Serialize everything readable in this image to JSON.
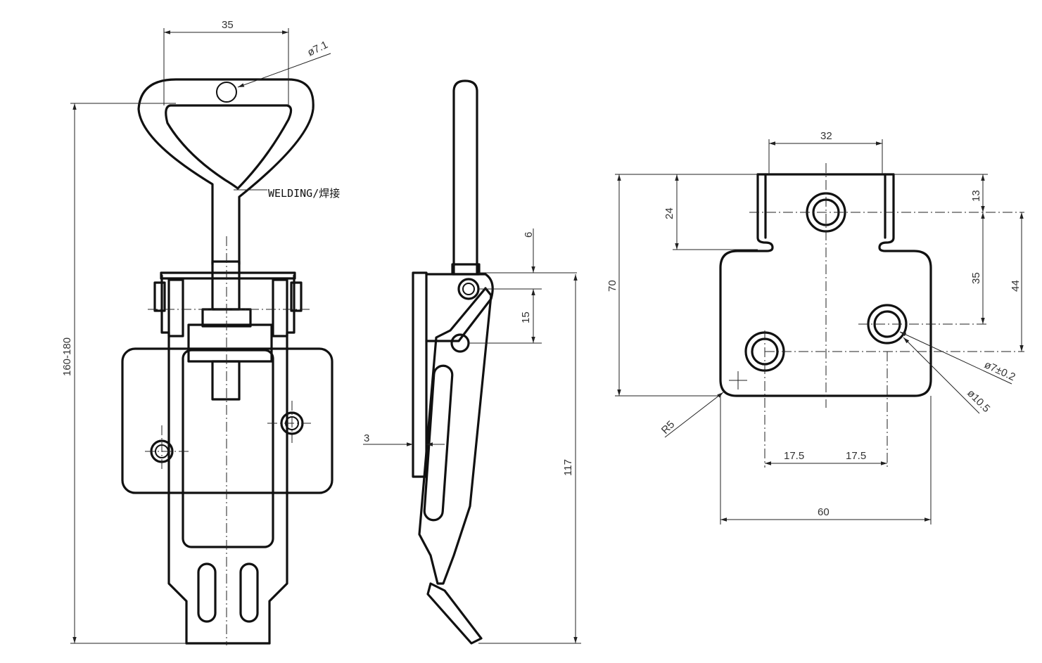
{
  "front_view": {
    "dim_handle_width": "35",
    "dim_hole": "ø7.1",
    "dim_total_height": "160-180",
    "note_welding": "WELDING/焊接"
  },
  "side_view": {
    "dim_top_offset": "6",
    "dim_pivot_spacing": "15",
    "dim_plate_thickness": "3",
    "dim_body_height": "117"
  },
  "keeper_view": {
    "dim_slot_spacing": "32",
    "dim_slot_depth": "24",
    "dim_hole_from_top": "13",
    "dim_total_height": "70",
    "dim_hole_spacing_v": "35",
    "dim_hole_height": "44",
    "dim_hole_small": "ø7±0.2",
    "dim_hole_large": "ø10.5",
    "dim_corner_radius": "R5",
    "dim_hole_offset_left": "17.5",
    "dim_hole_offset_right": "17.5",
    "dim_width": "60"
  }
}
